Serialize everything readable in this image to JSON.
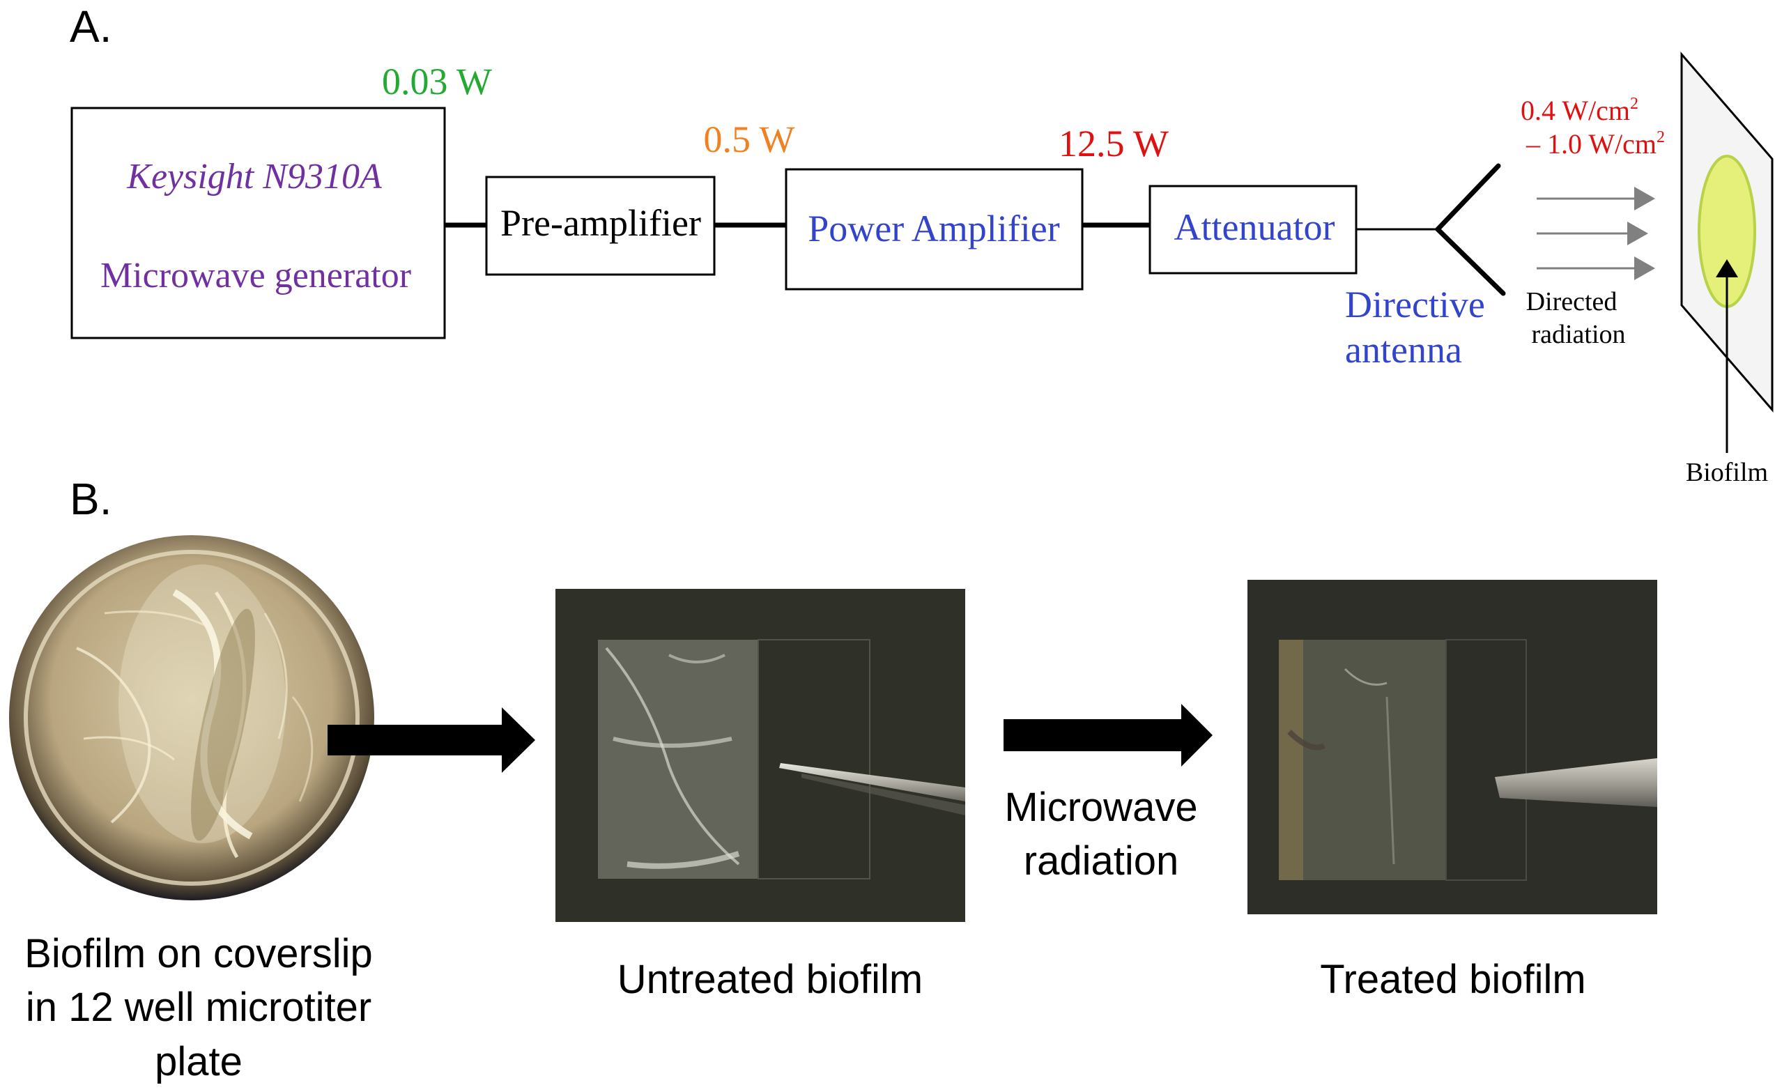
{
  "panel_a": {
    "label": "A.",
    "generator": {
      "model": "Keysight N9310A",
      "name": "Microwave generator",
      "color": "#7030a0"
    },
    "preamp": {
      "label": "Pre-amplifier",
      "color": "#000000"
    },
    "power_amp": {
      "label": "Power Amplifier",
      "color": "#3344cc"
    },
    "attenuator": {
      "label": "Attenuator",
      "color": "#3344cc"
    },
    "power_levels": [
      {
        "value": "0.03 W",
        "color": "#22aa33"
      },
      {
        "value": "0.5 W",
        "color": "#f08020"
      },
      {
        "value": "12.5 W",
        "color": "#e01010"
      }
    ],
    "antenna": {
      "line1": "Directive",
      "line2": "antenna",
      "color": "#3344cc"
    },
    "density": {
      "line1": "0.4 W/cm",
      "line2": "– 1.0 W/cm",
      "sup": "2",
      "color": "#e01010"
    },
    "directed": {
      "line1": "Directed",
      "line2": "radiation"
    },
    "biofilm_label": "Biofilm",
    "colors": {
      "biofilm_fill": "#e5f07a",
      "biofilm_stroke": "#b8d24a",
      "arrow": "#808080"
    }
  },
  "panel_b": {
    "label": "B.",
    "caption_well": {
      "line1": "Biofilm on coverslip",
      "line2": "in 12 well microtiter",
      "line3": "plate"
    },
    "caption_untreated": "Untreated biofilm",
    "treatment": {
      "line1": "Microwave",
      "line2": "radiation"
    },
    "caption_treated": "Treated biofilm"
  }
}
